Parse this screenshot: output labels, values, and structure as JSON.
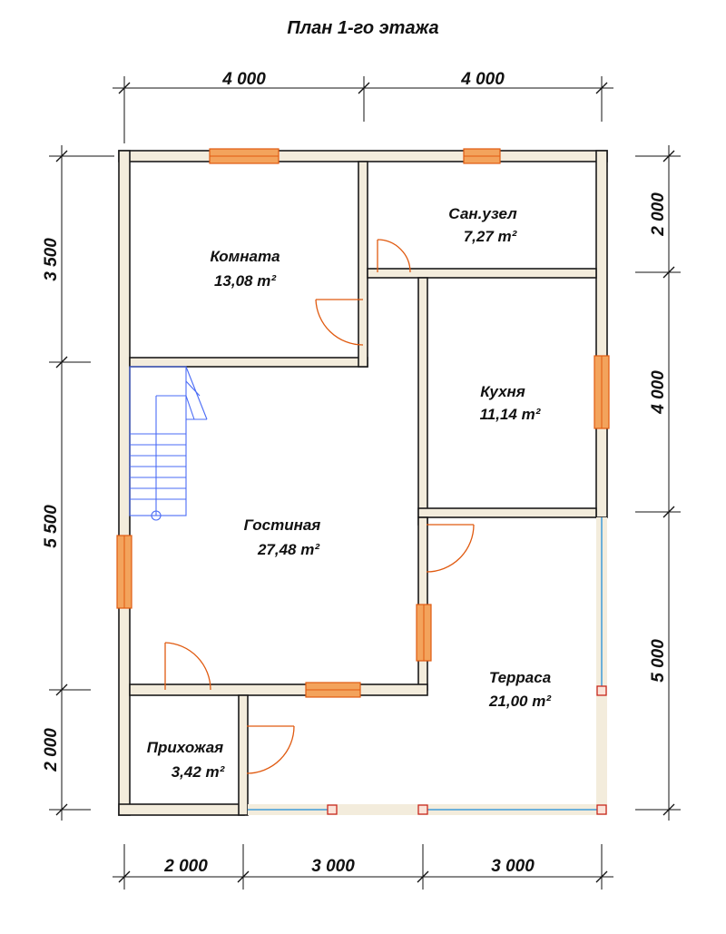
{
  "title": "План 1-го этажа",
  "dimensions": {
    "top": [
      "4 000",
      "4 000"
    ],
    "bottom": [
      "2 000",
      "3 000",
      "3 000"
    ],
    "left": [
      "3 500",
      "5 500",
      "2 000"
    ],
    "right": [
      "2 000",
      "4 000",
      "5 000"
    ]
  },
  "rooms": {
    "komnata": {
      "name": "Комната",
      "area": "13,08 m²"
    },
    "sanuzel": {
      "name": "Сан.узел",
      "area": "7,27 m²"
    },
    "kukhnya": {
      "name": "Кухня",
      "area": "11,14 m²"
    },
    "gostinaya": {
      "name": "Гостиная",
      "area": "27,48 m²"
    },
    "terrasa": {
      "name": "Терраса",
      "area": "21,00 m²"
    },
    "prikhozhaya": {
      "name": "Прихожая",
      "area": "3,42 m²"
    }
  }
}
